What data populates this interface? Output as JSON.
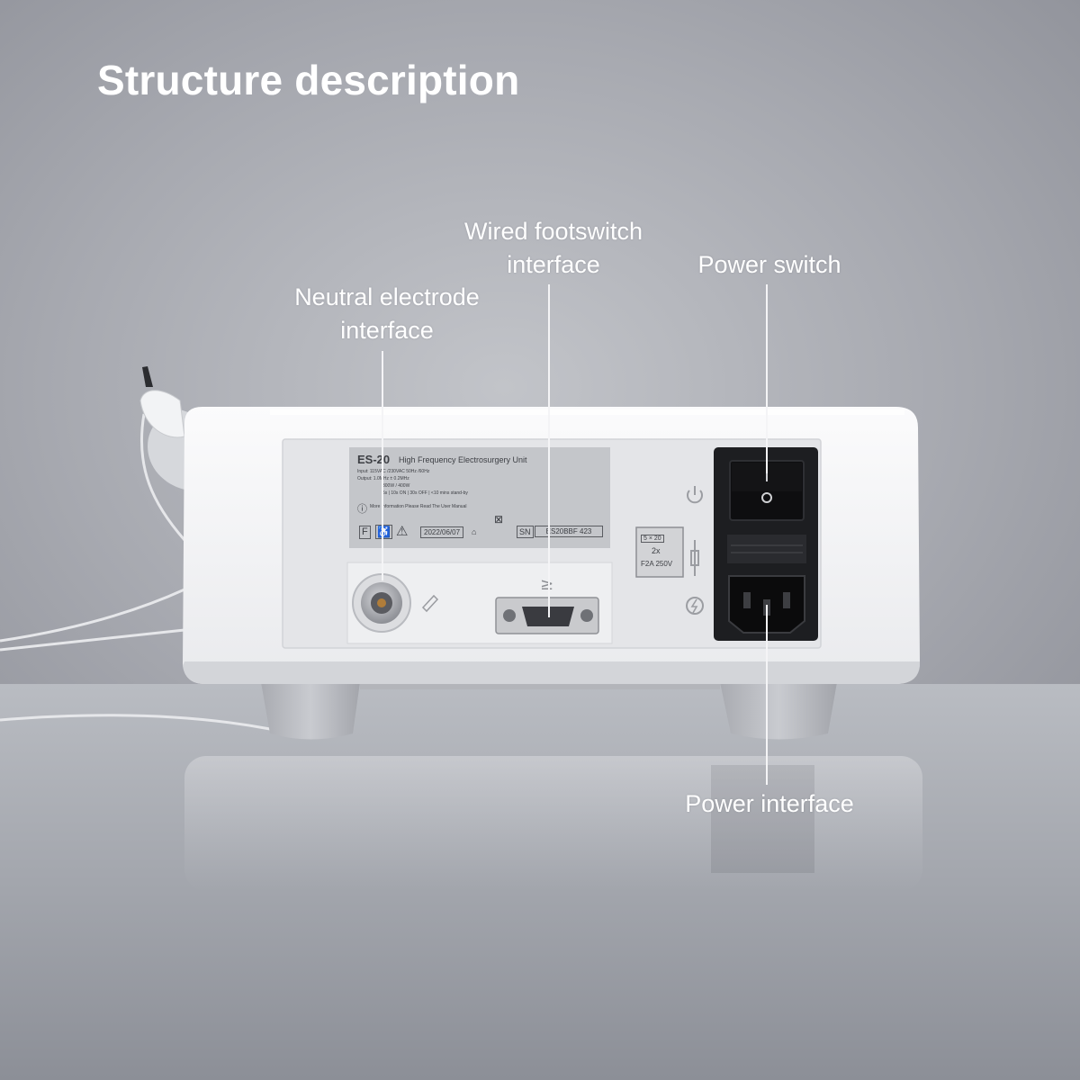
{
  "heading": "Structure description",
  "callouts": {
    "neutral_electrode": {
      "line1": "Neutral electrode",
      "line2": "interface"
    },
    "footswitch": {
      "line1": "Wired footswitch",
      "line2": "interface"
    },
    "power_switch": {
      "line1": "Power switch"
    },
    "power_interface": {
      "line1": "Power interface"
    }
  },
  "device_label": {
    "model": "ES-20",
    "product_name": "High Frequency Electrosurgery Unit",
    "input": "Input: 115VAC /230VAC 50Hz /60Hz",
    "output": "Output: 1.0MHz ± 0.2MHz",
    "power": "300W / 400W",
    "duty": "5s | 10s ON | 30s OFF | <10 mins stand-by",
    "notice": "More Information Please Read The User Manual",
    "date": "2022/06/07",
    "sn_label": "SN",
    "serial": "ES20BBF 423",
    "mark_f": "F"
  },
  "fuse_label": {
    "rating": "5 × 20",
    "count": "2x",
    "spec": "F2A 250V"
  },
  "colors": {
    "housing": "#f3f4f6",
    "panel": "#e3e4e7",
    "label_plate": "#c4c6ca",
    "switch_block": "#1c1d20",
    "text_white": "#ffffff"
  }
}
